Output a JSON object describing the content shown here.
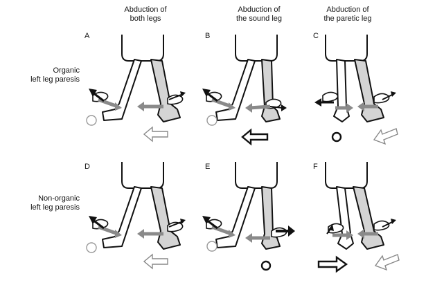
{
  "columns": [
    {
      "heading": "Abduction of\nboth legs"
    },
    {
      "heading": "Abduction of\nthe sound leg"
    },
    {
      "heading": "Abduction of\nthe paretic leg"
    }
  ],
  "rows": [
    {
      "heading": "Organic\nleft leg paresis"
    },
    {
      "heading": "Non-organic\nleft leg paresis"
    }
  ],
  "panels": [
    "A",
    "B",
    "C",
    "D",
    "E",
    "F"
  ],
  "colors": {
    "ink": "#111111",
    "paretic_fill": "#d4d4d4",
    "arrow_grey": "#8a8a8a",
    "white": "#ffffff"
  }
}
